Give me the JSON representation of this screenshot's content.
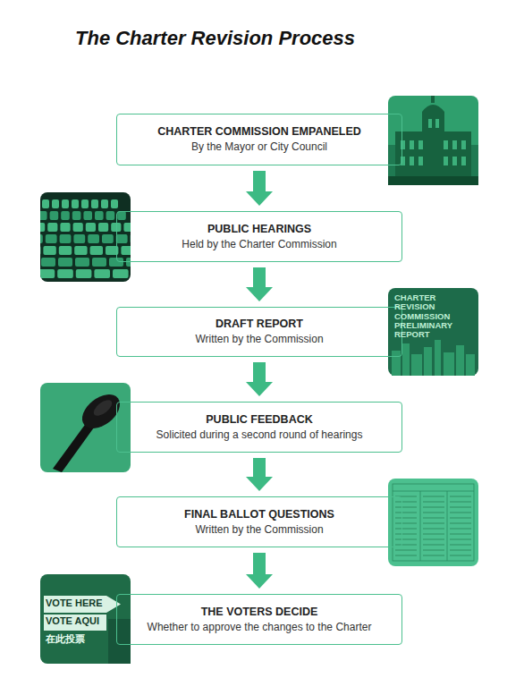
{
  "diagram": {
    "title": "The Charter Revision Process",
    "nodes": [
      {
        "text": [
          "CHARTER COMMISSION EMPANELED",
          "By the Mayor or City Council"
        ]
      },
      {
        "text": [
          "PUBLIC HEARINGS",
          "Held by the Charter Commission"
        ]
      },
      {
        "text": [
          "DRAFT REPORT",
          "Written by the Commission"
        ]
      },
      {
        "text": [
          "PUBLIC FEEDBACK",
          "Solicited during a second round of hearings"
        ]
      },
      {
        "text": [
          "FINAL BALLOT QUESTIONS",
          "Written by the Commission"
        ]
      },
      {
        "text": [
          "THE VOTERS DECIDE",
          "Whether to approve the changes to the Charter"
        ]
      }
    ],
    "edges": [
      {
        "from": 0,
        "to": 1,
        "arrow": "to"
      },
      {
        "from": 1,
        "to": 2,
        "arrow": "to"
      },
      {
        "from": 2,
        "to": 3,
        "arrow": "to"
      },
      {
        "from": 3,
        "to": 4,
        "arrow": "to"
      },
      {
        "from": 4,
        "to": 5,
        "arrow": "to"
      }
    ],
    "labels": [
      "CHARTER REVISION COMMISSION PRELIMINARY REPORT",
      "VOTE HERE",
      "VOTE AQUI",
      "在此投票"
    ]
  }
}
